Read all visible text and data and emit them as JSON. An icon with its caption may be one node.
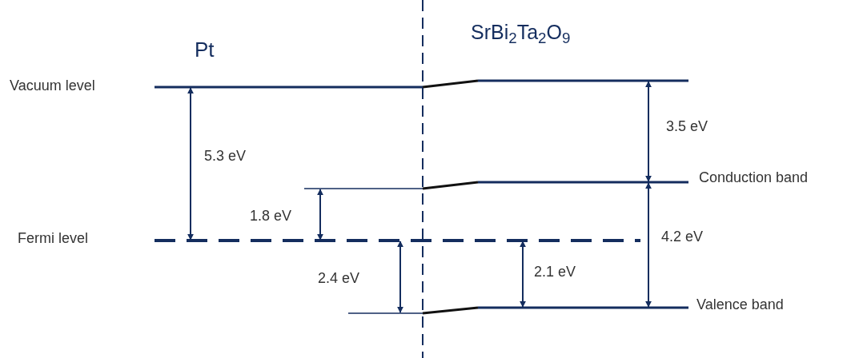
{
  "diagram": {
    "labels": [
      "Pt",
      "SrBi$_{2}$Ta$_{2}$O$_{9}$",
      "Vacuum level",
      "5.3 eV",
      "3.5 eV",
      "Conduction band",
      "1.8 eV",
      "Fermi level",
      "4.2 eV",
      "2.4 eV",
      "2.1 eV",
      "Valence band"
    ]
  }
}
